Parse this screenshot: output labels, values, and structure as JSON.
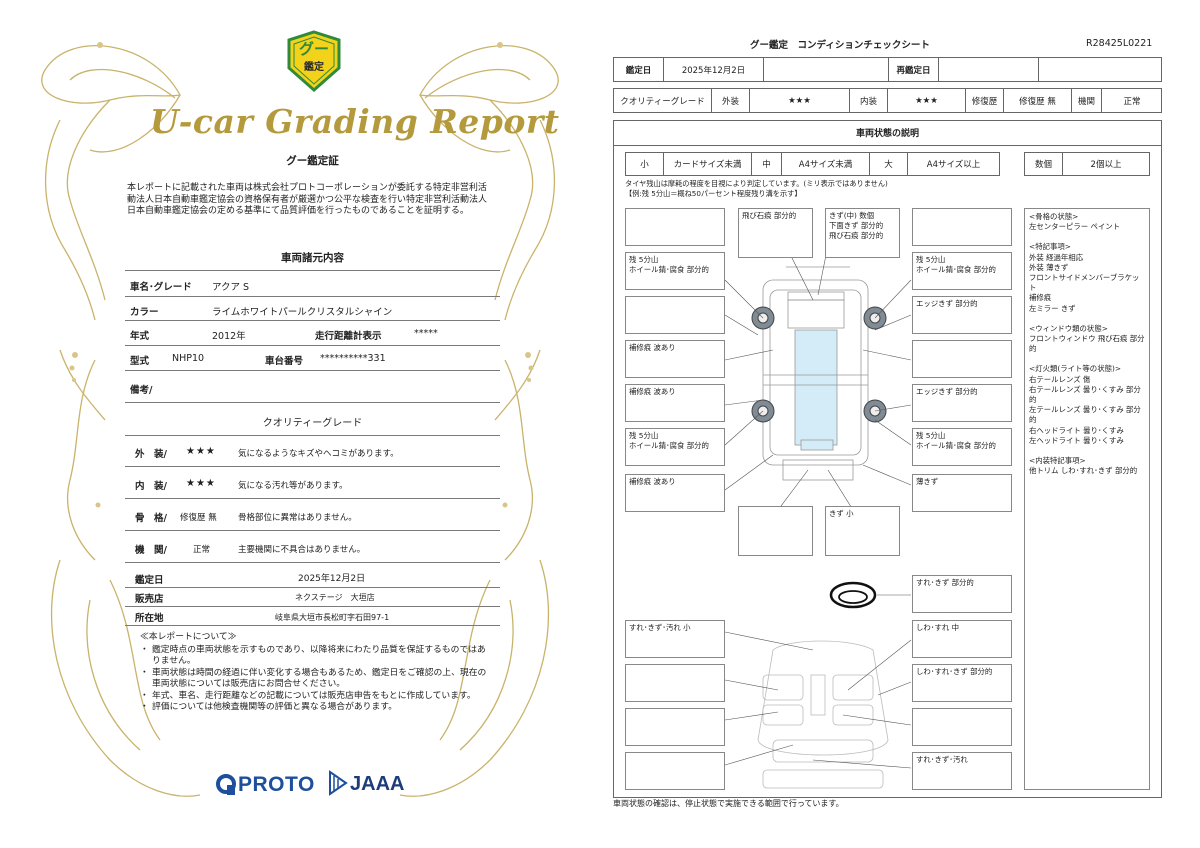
{
  "left": {
    "badge_line1": "グー",
    "badge_line2": "鑑定",
    "title": "U-car Grading Report",
    "certificate_heading": "グー鑑定証",
    "certificate_text": "本レポートに記載された車両は株式会社プロトコーポレーションが委託する特定非営利活動法人日本自動車鑑定協会の資格保有者が厳選かつ公平な検査を行い特定非営利活動法人日本自動車鑑定協会の定める基準にて品質評価を行ったものであることを証明する。",
    "specs_heading": "車両諸元内容",
    "specs": {
      "name_label": "車名･グレード",
      "name_value": "アクア S",
      "color_label": "カラー",
      "color_value": "ライムホワイトパールクリスタルシャイン",
      "year_label": "年式",
      "year_value": "2012年",
      "mileage_label": "走行距離計表示",
      "mileage_value": "*****",
      "model_label": "型式",
      "model_value": "NHP10",
      "chassis_label": "車台番号",
      "chassis_value": "**********331",
      "remarks_label": "備考/"
    },
    "quality_heading": "クオリティーグレード",
    "quality_rows": [
      {
        "label": "外　装/",
        "rating": "★★★",
        "comment": "気になるようなキズやヘコミがあります。"
      },
      {
        "label": "内　装/",
        "rating": "★★★",
        "comment": "気になる汚れ等があります。"
      },
      {
        "label": "骨　格/",
        "rating": "修復歴 無",
        "comment": "骨格部位に異常はありません。"
      },
      {
        "label": "機　関/",
        "rating": "正常",
        "comment": "主要機関に不具合はありません。"
      }
    ],
    "info": {
      "date_label": "鑑定日",
      "date_value": "2025年12月2日",
      "shop_label": "販売店",
      "shop_value": "ネクステージ　大垣店",
      "address_label": "所在地",
      "address_value": "岐阜県大垣市長松町字石田97-1"
    },
    "notes_heading": "≪本レポートについて≫",
    "notes": [
      "鑑定時点の車両状態を示すものであり、以降将来にわたり品質を保証するものではありません。",
      "車両状態は時間の経過に伴い変化する場合もあるため、鑑定日をご確認の上、現在の車両状態については販売店にお問合せください。",
      "年式、車名、走行距離などの記載については販売店申告をもとに作成しています。",
      "評価については他検査機関等の評価と異なる場合があります。"
    ],
    "footer_logo1": "PROTO",
    "footer_logo2": "JAAA"
  },
  "right": {
    "sheet_title": "グー鑑定　コンディションチェックシート",
    "sheet_id": "R28425L0221",
    "row1": {
      "date_label": "鑑定日",
      "date_value": "2025年12月2日",
      "regrade_label": "再鑑定日"
    },
    "row2": {
      "grade_label": "クオリティーグレード",
      "ext_label": "外装",
      "ext_value": "★★★",
      "int_label": "内装",
      "int_value": "★★★",
      "hist_label": "修復歴",
      "hist_value": "修復歴 無",
      "engine_label": "機関",
      "engine_value": "正常"
    },
    "state_heading": "車両状態の説明",
    "legend": {
      "small": "小",
      "small_desc": "カードサイズ未満",
      "mid": "中",
      "mid_desc": "A4サイズ未満",
      "large": "大",
      "large_desc": "A4サイズ以上",
      "count": "数個",
      "count_desc": "2個以上"
    },
    "tire_note1": "タイヤ残山は摩耗の程度を目視により判定しています。(ミリ表示ではありません)",
    "tire_note2": "【例:残 5分山＝概ね50パーセント程度残り溝を示す】",
    "top_boxes": [
      "飛び石痕 部分的",
      "きず(中) 数個\n下面きず 部分的\n飛び石痕 部分的"
    ],
    "left_boxes": [
      "",
      "残 5分山\nホイール錆･腐食 部分的",
      "",
      "補修痕 波あり",
      "補修痕 波あり",
      "残 5分山\nホイール錆･腐食 部分的",
      "補修痕 波あり"
    ],
    "right_boxes": [
      "",
      "残 5分山\nホイール錆･腐食 部分的",
      "エッジきず 部分的",
      "",
      "エッジきず 部分的",
      "残 5分山\nホイール錆･腐食 部分的",
      "薄きず"
    ],
    "bottom_boxes": [
      "",
      "きず 小"
    ],
    "interior_left": [
      "すれ･きず･汚れ 小",
      "",
      "",
      ""
    ],
    "interior_right": [
      "すれ･きず 部分的",
      "しわ･すれ 中",
      "しわ･すれ･きず 部分的",
      "",
      "すれ･きず･汚れ"
    ],
    "summary": [
      "<骨格の状態>",
      "左センターピラー ペイント",
      "",
      "<特記事項>",
      "外装 経過年相応",
      "外装 薄きず",
      "フロントサイドメンバーブラケット",
      "補修痕",
      "左ミラー きず",
      "",
      "<ウィンドウ類の状態>",
      "フロントウィンドウ 飛び石痕 部分的",
      "",
      "<灯火類(ライト等の状態)>",
      "右テールレンズ 傷",
      "右テールレンズ 曇り･くすみ 部分的",
      "左テールレンズ 曇り･くすみ 部分的",
      "右ヘッドライト 曇り･くすみ",
      "左ヘッドライト 曇り･くすみ",
      "",
      "<内装特記事項>",
      "他トリム しわ･すれ･きず 部分的"
    ],
    "footer_note": "車両状態の確認は、停止状態で実施できる範囲で行っています。"
  },
  "colors": {
    "gold": "#b49a3c",
    "badge_green": "#2f8a3a",
    "badge_yellow": "#f2d21a",
    "proto_blue": "#1d4f9c"
  }
}
